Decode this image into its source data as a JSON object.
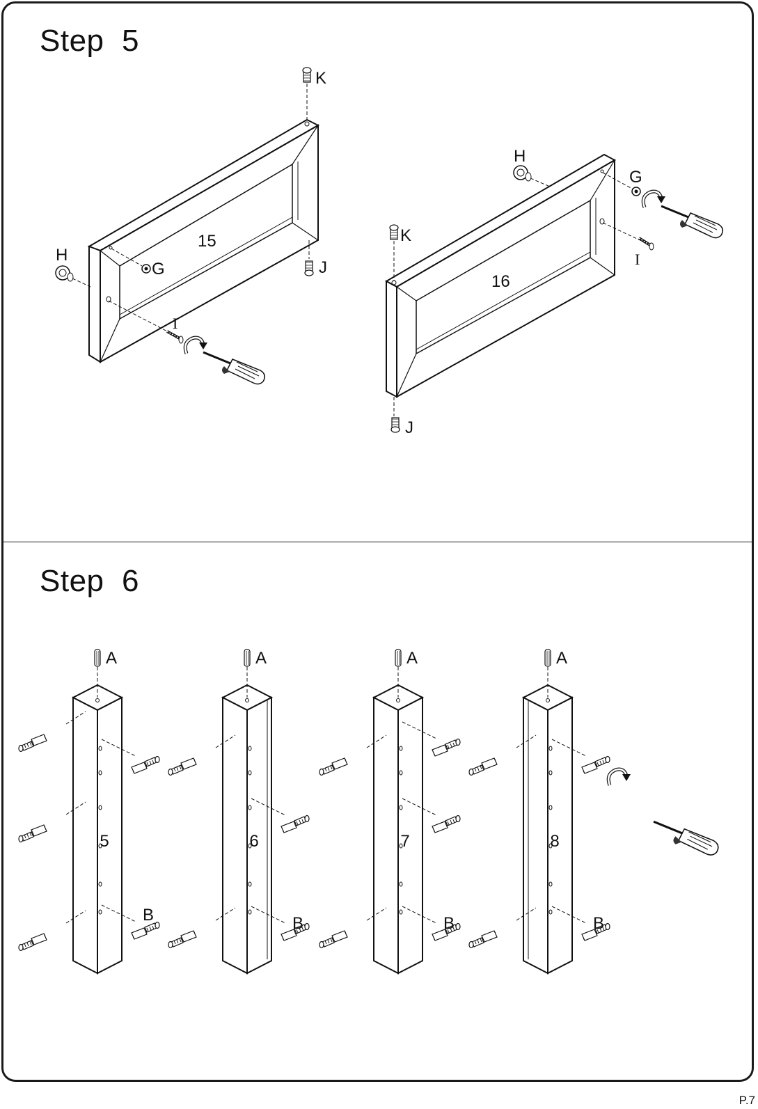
{
  "step5": {
    "title": "Step  5",
    "left_panel": {
      "part_number": "15",
      "labels": {
        "k": "K",
        "h": "H",
        "g": "G",
        "j": "J",
        "i": "I"
      }
    },
    "right_panel": {
      "part_number": "16",
      "labels": {
        "k": "K",
        "h": "H",
        "g": "G",
        "j": "J",
        "i": "I"
      }
    }
  },
  "step6": {
    "title": "Step  6",
    "posts": [
      {
        "part_number": "5",
        "label_a": "A",
        "label_b": "B"
      },
      {
        "part_number": "6",
        "label_a": "A",
        "label_b": "B"
      },
      {
        "part_number": "7",
        "label_a": "A",
        "label_b": "B"
      },
      {
        "part_number": "8",
        "label_a": "A",
        "label_b": "B"
      }
    ]
  },
  "page_number": "P.7",
  "icons": [
    "screwdriver-icon",
    "rotate-arrow-icon",
    "cam-bolt-icon",
    "cam-lock-icon",
    "dowel-icon",
    "screw-icon",
    "leg-glide-icon"
  ]
}
